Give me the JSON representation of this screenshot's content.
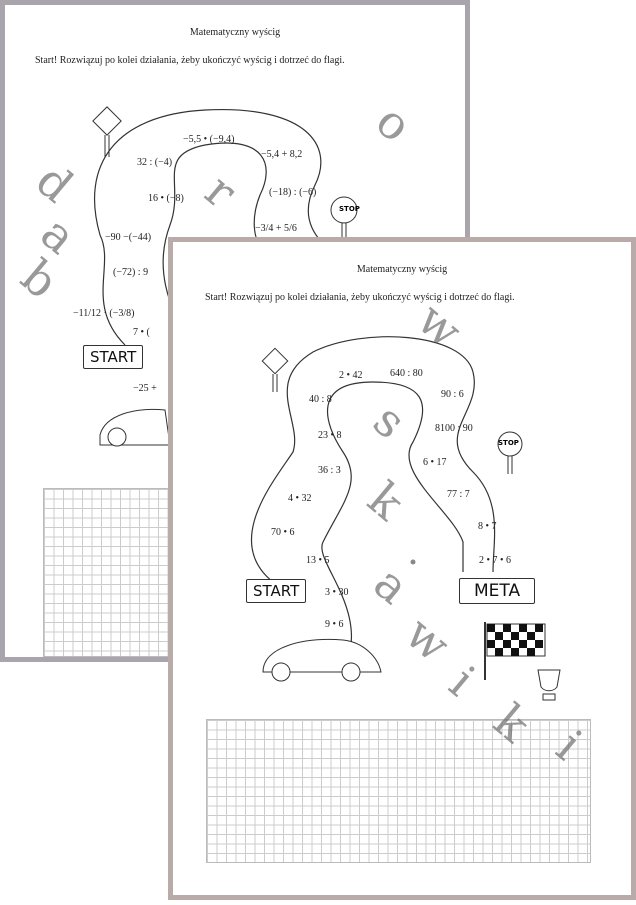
{
  "back_page": {
    "title": "Matematyczny wyścig",
    "instruction": "Start! Rozwiązuj po kolei działania, żeby ukończyć wyścig i dotrzeć do flagi.",
    "expressions": [
      "−5,5 • (−9,4)",
      "−5,4 + 8,2",
      "32 : (−4)",
      "16 • (−8)",
      "(−18) : (−6)",
      "−3/4 + 5/6",
      "−90 −(−44)",
      "(−72) : 9",
      "−11/12 · (−3/8)",
      "7 • (",
      "−25 +"
    ],
    "start_label": "START",
    "stop_label": "STOP"
  },
  "front_page": {
    "title": "Matematyczny wyścig",
    "instruction": "Start! Rozwiązuj po kolei działania, żeby ukończyć wyścig i dotrzeć do flagi.",
    "expressions": [
      "9 • 6",
      "3 • 30",
      "13 • 5",
      "70 • 6",
      "4 • 32",
      "36 : 3",
      "23 • 8",
      "40 : 8",
      "2 • 42",
      "640 : 80",
      "90 : 6",
      "8100 : 90",
      "6 • 17",
      "77 : 7",
      "8 • 7",
      "2 • 7 • 6"
    ],
    "start_label": "START",
    "stop_label": "STOP",
    "finish_label": "META"
  },
  "watermark": "dabrowska.wiki"
}
